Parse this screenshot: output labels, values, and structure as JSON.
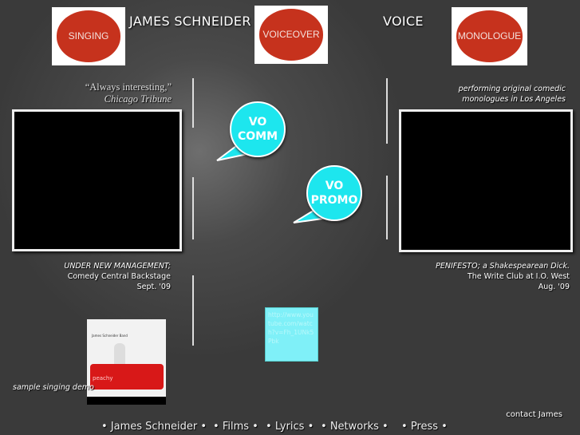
{
  "header": {
    "name": "JAMES SCHNEIDER",
    "section": "VOICE",
    "buttons": [
      {
        "label": "SINGING"
      },
      {
        "label": "VOICEOVER"
      },
      {
        "label": "MONOLOGUE"
      }
    ]
  },
  "quote": {
    "text": "“Always interesting,”",
    "source": "Chicago Tribune"
  },
  "right_intro": {
    "line1": "performing original comedic",
    "line2": "monologues in Los Angeles"
  },
  "left_video": {
    "title": "UNDER NEW MANAGEMENT;",
    "venue": "Comedy Central Backstage",
    "date": "Sept. '09"
  },
  "right_video": {
    "title": "PENIFESTO; a Shakespearean Dick.",
    "venue": "The Write Club at I.O. West",
    "date": "Aug. '09"
  },
  "bubbles": [
    {
      "line1": "VO",
      "line2": "COMM"
    },
    {
      "line1": "VO",
      "line2": "PROMO"
    }
  ],
  "youtube_link": "http://www.youtube.com/watch?v=Fh_1UNk5Pbk",
  "album": {
    "band": "James Schneider Band",
    "title": "peachy",
    "caption": "sample singing demo"
  },
  "contact": "contact James",
  "footer": [
    {
      "label": "James Schneider"
    },
    {
      "label": "Films"
    },
    {
      "label": "Lyrics"
    },
    {
      "label": "Networks"
    },
    {
      "label": "Press"
    }
  ],
  "colors": {
    "accent_red": "#c6321d",
    "bubble_cyan": "#1de6ee"
  }
}
